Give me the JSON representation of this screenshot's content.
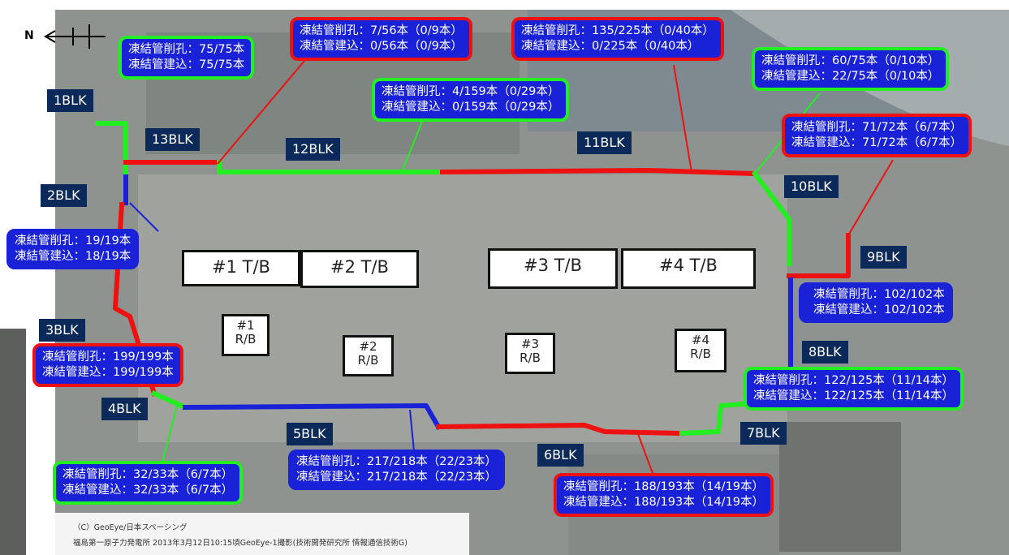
{
  "north_label": "N",
  "buildings": {
    "tb1": "#1 T/B",
    "tb2": "#2 T/B",
    "tb3": "#3 T/B",
    "tb4": "#4 T/B",
    "rb1": [
      "#1",
      "R/B"
    ],
    "rb2": [
      "#2",
      "R/B"
    ],
    "rb3": [
      "#3",
      "R/B"
    ],
    "rb4": [
      "#4",
      "R/B"
    ]
  },
  "blocks": {
    "b1": "1BLK",
    "b2": "2BLK",
    "b3": "3BLK",
    "b4": "4BLK",
    "b5": "5BLK",
    "b6": "6BLK",
    "b7": "7BLK",
    "b8": "8BLK",
    "b9": "9BLK",
    "b10": "10BLK",
    "b11": "11BLK",
    "b12": "12BLK",
    "b13": "13BLK"
  },
  "callouts": {
    "c1": [
      "凍結管削孔：75/75本",
      "凍結管建込：75/75本"
    ],
    "c13": [
      "凍結管削孔：7/56本（0/9本）",
      "凍結管建込：0/56本（0/9本）"
    ],
    "c12": [
      "凍結管削孔：4/159本（0/29本）",
      "凍結管建込：0/159本（0/29本）"
    ],
    "c11": [
      "凍結管削孔：135/225本（0/40本）",
      "凍結管建込：0/225本（0/40本）"
    ],
    "c10": [
      "凍結管削孔：60/75本（0/10本）",
      "凍結管建込：22/75本（0/10本）"
    ],
    "c9": [
      "凍結管削孔：71/72本（6/7本）",
      "凍結管建込：71/72本（6/7本）"
    ],
    "c2": [
      "凍結管削孔：19/19本",
      "凍結管建込：18/19本"
    ],
    "c8": [
      "凍結管削孔：102/102本",
      "凍結管建込：102/102本"
    ],
    "c3": [
      "凍結管削孔：199/199本",
      "凍結管建込：199/199本"
    ],
    "c7": [
      "凍結管削孔：122/125本（11/14本）",
      "凍結管建込：122/125本（11/14本）"
    ],
    "c5": [
      "凍結管削孔：217/218本（22/23本）",
      "凍結管建込：217/218本（22/23本）"
    ],
    "c4": [
      "凍結管削孔：32/33本（6/7本）",
      "凍結管建込：32/33本（6/7本）"
    ],
    "c6": [
      "凍結管削孔：188/193本（14/19本）",
      "凍結管建込：188/193本（14/19本）"
    ]
  },
  "credits": {
    "line1": "（C）GeoEye/日本スペーシング",
    "line2": "福島第一原子力発電所 2013年3月12日10:15頃GeoEye-1撮影(技術開発研究所 情報通信技術G)"
  },
  "colors": {
    "complete": "#22ee22",
    "in_progress": "#ee1111",
    "other": "#1a22d8",
    "label_bg": "#0b2a5a",
    "callout_bg": "#1a22d8"
  }
}
